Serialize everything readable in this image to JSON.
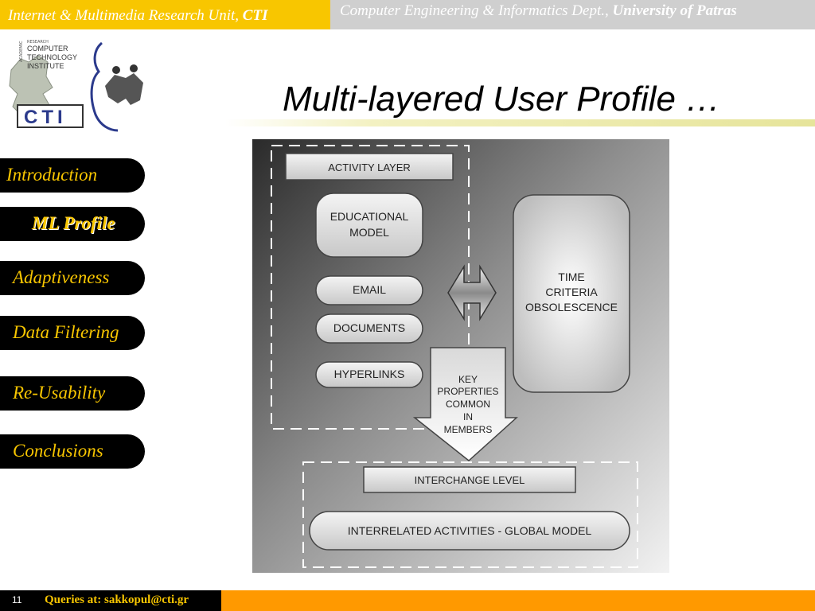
{
  "header": {
    "left_text": "Internet & Multimedia Research Unit, ",
    "left_bold": "CTI",
    "right_text": "Computer Engineering & Informatics Dept., ",
    "right_bold": "University of Patras"
  },
  "logo": {
    "lines": [
      "RESEARCH",
      "ACADEMIC",
      "COMPUTER",
      "TECHNOLOGY",
      "INSTITUTE",
      "CTI"
    ]
  },
  "slide": {
    "title": "Multi-layered User Profile …"
  },
  "nav": {
    "items": [
      {
        "label": "Introduction"
      },
      {
        "label": "ML Profile"
      },
      {
        "label": "Adaptiveness"
      },
      {
        "label": "Data Filtering"
      },
      {
        "label": "Re-Usability"
      },
      {
        "label": "Conclusions"
      }
    ],
    "active_index": 1
  },
  "diagram": {
    "activity_layer": "ACTIVITY LAYER",
    "educational_model": [
      "EDUCATIONAL",
      "MODEL"
    ],
    "email": "EMAIL",
    "documents": "DOCUMENTS",
    "hyperlinks": "HYPERLINKS",
    "time_box": [
      "TIME",
      "CRITERIA",
      "OBSOLESCENCE"
    ],
    "key_props": [
      "KEY",
      "PROPERTIES",
      "COMMON",
      "IN",
      "MEMBERS"
    ],
    "interchange": "INTERCHANGE LEVEL",
    "global_model": "INTERRELATED ACTIVITIES - GLOBAL MODEL"
  },
  "footer": {
    "page_number": "11",
    "queries": "Queries at: sakkopul@cti.gr"
  },
  "colors": {
    "accent_yellow": "#f8c600",
    "header_gray": "#cfcfcf",
    "footer_orange": "#ff9900",
    "nav_bg": "#000000"
  }
}
